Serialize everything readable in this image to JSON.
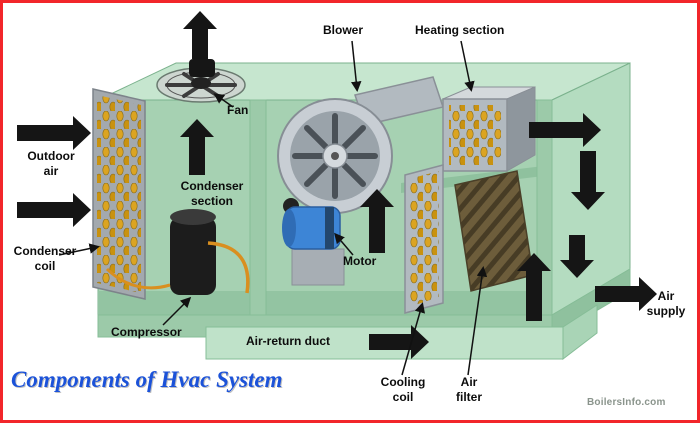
{
  "title": "Components of Hvac System",
  "watermark": "BoilersInfo.com",
  "labels": {
    "outdoor_air": "Outdoor\nair",
    "condenser_coil": "Condenser\ncoil",
    "condenser_section": "Condenser\nsection",
    "compressor": "Compressor",
    "fan": "Fan",
    "blower": "Blower",
    "motor": "Motor",
    "heating_section": "Heating section",
    "air_return_duct": "Air-return duct",
    "cooling_coil": "Cooling\ncoil",
    "air_filter": "Air\nfilter",
    "air_supply": "Air\nsupply"
  },
  "colors": {
    "border_red": "#f2262a",
    "title_blue": "#1b52d9",
    "arrow_black": "#151515",
    "cabinet_green_light": "#c6e6cf",
    "cabinet_green_mid": "#a6d1b2",
    "coil_gold": "#dba422",
    "motor_blue": "#3d85d6",
    "metal_gray": "#b2bac0",
    "filter_brown": "#6d5d3b",
    "label_text": "#0c0c0c",
    "watermark_gray": "#8a948c"
  }
}
